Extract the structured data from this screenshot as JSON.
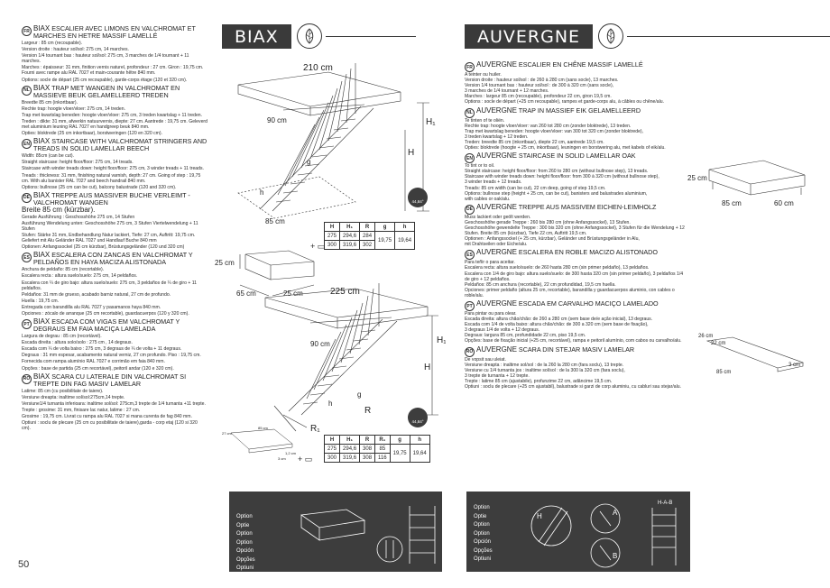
{
  "page_number": "50",
  "biax": {
    "title": "BIAX",
    "langs": [
      {
        "code": "FR",
        "name": "BIAX",
        "heading": "ESCALIER AVEC LIMONS EN VALCHROMAT ET MARCHES EN HETRE MASSIF LAMELLÉ",
        "lines": [
          "Largeur : 85 cm (recoupable).",
          "Version droite : hauteur sol/sol: 275 cm, 14 marches.",
          "Version 1/4 tournant bas : hauteur sol/sol: 275 cm, 3 marches de 1/4 tournant + 11 marches.",
          "Marches : épaisseur: 31 mm, finition vernis naturel, profondeur : 27 cm. Giron : 19,75 cm. Fourni avec rampe alu RAL 7027 et main-courante hêtre 840 mm.",
          "Options: socle de départ (25 cm recoupable), garde-corps étage (120 et 320 cm)."
        ]
      },
      {
        "code": "NL",
        "name": "BIAX",
        "heading": "TRAP MET WANGEN IN VALCHROMAT EN MASSIEVE BEUK GELAMELLEERD TREDEN",
        "lines": [
          "Breedte 85 cm (inkortbaar).",
          "Rechte trap: hoogte vloer/vloer: 275 cm, 14 treden.",
          "Trap met kwartslag beneden: hoogte vloer/vloer: 275 cm, 3 treden kwartslag + 11 treden.",
          "Treden : dikte: 31 mm, afwerkin natuurvernis, diepte: 27 cm. Aantrede : 19,75 cm. Geleverd met aluminium leuning RAL 7027 en handgreep beuk 840 mm.",
          "Opties: bloktrede (25 cm inkortbaar), borstweringen (120 en 320 cm)."
        ]
      },
      {
        "code": "EN",
        "name": "BIAX",
        "heading": "STAIRCASE WITH VALCHROMAT STRINGERS AND TREADS IN SOLID LAMELLAR BEECH",
        "lines": [
          "Width: 85cm (can be cut).",
          "Straight staircase: height floor/floor: 275 cm, 14 treads.",
          "Staircase with winder treads down: height floor/floor: 275 cm, 3 winder treads + 11 treads.",
          "Treads : thickness: 31 mm, finishing natural varnish, depth: 27 cm. Going of step : 19,75 cm. With alu banister RAL 7027 and beech handrail 840 mm.",
          "Options: bullnose (25 cm can be cut), balcony balustrade (120 and 320 cm)."
        ]
      },
      {
        "code": "DE",
        "name": "BIAX",
        "heading": "TREPPE AUS MASSIVER BUCHE VERLEIMT - VALCHROMAT WANGEN",
        "sub": "Breite 85 cm (kürzbar).",
        "lines": [
          "Gerade Ausführung : Geschosshöhe 275 cm, 14 Stufen",
          "Ausführung Wendelung unten: Geschosshöhe 275 cm, 3 Stufen Viertelwendelung + 11 Stufen",
          "Stufen: Stärke 31 mm, Endbehandlung Natur lackiert, Tiefe: 27 cm, Auftritt: 19,75 cm. Geliefert mit Alu Geländer RAL 7027 und Handlauf Buche 840 mm",
          "Optionen: Anfangssockel (25 cm kürzbar), Brüstungsgeländer (120 und 320 cm)"
        ]
      },
      {
        "code": "ES",
        "name": "BIAX",
        "heading": "ESCALERA CON ZANCAS EN VALCHROMAT Y PELDAÑOS EN HAYA MACIZA ALISTONADA",
        "lines": [
          "Anchura de peldaño: 85 cm (recortable).",
          "Escalera recta : altura suelo/suelo: 275 cm, 14 peldaños.",
          "Escalera con ¼ de giro bajo: altura suelo/suelo: 275 cm, 3 peldaños de ¼ de giro + 11 peldaños.",
          "Peldaños: 31 mm de grueso, acabado barniz natural, 27 cm de profundo.",
          "Huella : 19,75 cm.",
          "Entregada con barandilla alu RAL 7027 y pasamanos haya 840 mm.",
          "Opciones : zócalo de arranque (25 cm recortable), guardacuerpos (120 y 320 cm)."
        ]
      },
      {
        "code": "PT",
        "name": "BIAX",
        "heading": "ESCADA COM VIGAS EM VALCHROMAT Y DEGRAUS EM FAIA MACIÇA LAMELADA",
        "lines": [
          "Largura de degrau : 85 cm (recortável).",
          "Escada direita : altura solo/solo : 275 cm , 14 degraus.",
          "Escada com ¼ de volta baixo : 275 cm, 3 degraus de ¼ de volta + 11 degraus.",
          "Degraus : 31 mm espesar, acabamento natural verniz, 27 cm profundo. Piso : 19,75 cm.",
          "Fornecida com rampa alumínio RAL 7027 e corrimão em faia 840 mm.",
          "Opções : base de partida (25 cm recortável), peitoril andar (120 e 320 cm)."
        ]
      },
      {
        "code": "RO",
        "name": "BIAX",
        "heading": "SCARA CU LATERALE DIN VALCHROMAT SI TREPTE DIN FAG MASIV LAMELAR",
        "lines": [
          "Latime: 85 cm (cu posibilitate de taiere).",
          "Versiune dreapta: inaltime sol/sol:275cm,14 trepte.",
          "Versiune1/4 turnanta inferioara: inaltime sol/sol: 275cm,3 trepte de 1/4 turnanta +11 trepte.",
          "Trepte : grosime: 31 mm, finisare lac natur, latime : 27 cm.",
          "Grosime : 19,75 cm. Livrat cu rampa alu RAL 7027 si mana curenta de fag 840 mm.",
          "Optiuni : soclu de plecare (25 cm cu posibilitate de taiere),garda - corp etaj (120 si 320 cm)."
        ]
      }
    ]
  },
  "drawings": {
    "top": {
      "width": "210 cm",
      "depth": "90 cm",
      "base": "85 cm",
      "H1": "H₁",
      "H": "H",
      "g": "g",
      "h": "h",
      "angle": "44,84°"
    },
    "bullnose": {
      "height": "25 cm",
      "width": "65 cm",
      "depth": "25 cm"
    },
    "bottom": {
      "width": "225 cm",
      "depth": "90 cm",
      "H1": "H₁",
      "H": "H",
      "g": "g",
      "h": "h",
      "R": "R",
      "R1": "R₁",
      "angle": "44,84°"
    },
    "plate": {
      "a": "27 cm",
      "b": "85 cm",
      "c": "1,2 cm",
      "d": "3 cm"
    }
  },
  "table1": {
    "headers": [
      "H",
      "H₁",
      "R",
      "g",
      "h"
    ],
    "rows": [
      [
        "275",
        "294,6",
        "284",
        "19,75",
        "19,64"
      ],
      [
        "300",
        "319,6",
        "302",
        "",
        ""
      ]
    ]
  },
  "table2": {
    "headers": [
      "H",
      "H₁",
      "R",
      "R₁",
      "g",
      "h"
    ],
    "rows": [
      [
        "275",
        "294,6",
        "308",
        "85",
        "19,75",
        "19,64"
      ],
      [
        "300",
        "319,6",
        "308",
        "116",
        "",
        ""
      ]
    ]
  },
  "options_labels": [
    "Option",
    "Optie",
    "Option",
    "Option",
    "Opción",
    "Opções",
    "Optiuni"
  ],
  "auvergne": {
    "title": "AUVERGNE",
    "langs": [
      {
        "code": "FR",
        "name": "AUVERGNE",
        "heading": "ESCALIER EN CHÊNE MASSIF LAMELLÉ",
        "lines": [
          "A teinter ou huiler.",
          "Version droite : hauteur sol/sol : de 260 à 280 cm (sans socle), 13 marches.",
          "Version 1/4 tournant bas : hauteur sol/sol : de 300 à 320 cm (sans socle),",
          "3 marches de 1/4 tournant + 12 marches.",
          "Marches : largeur 85 cm (recoupable), profondeur 22 cm, giron 19,5 cm.",
          "Options : socle de départ (+25 cm recoupable), rampes et garde-corps alu, à câbles ou chêne/alu."
        ]
      },
      {
        "code": "NL",
        "name": "AUVERGNE",
        "heading": "TRAP IN MASSIEF EIK GELAMELLEERD",
        "lines": [
          "Te tinten of te oliën.",
          "Rechte trap: hoogte vloer/vloer: van 260 tot 280 cm (zonder bloktrede), 13 treden.",
          "Trap met kwartslag beneden: hoogte vloer/vloer: van 300 tot 320 cm (zonder bloktrede),",
          "3 treden kwartslag + 12 treden.",
          "Treden: breedte 85 cm (inkortbaar), diepte 22 cm, aantrede 19,5 cm.",
          "Opties: bloktrede (hoogte + 25 cm, inkortbaar), leuningen en borstwering alu, met kabels of eik/alu."
        ]
      },
      {
        "code": "EN",
        "name": "AUVERGNE",
        "heading": "STAIRCASE IN SOLID LAMELLAR OAK",
        "lines": [
          "To tint or to oil.",
          "Straight staircase: height floor/floor: from 260 to 280 cm (without bullnose step), 13 treads.",
          "Staircase with winder treads down: height floor/floor: from 300 à 320 cm (without bullnose step),",
          "3 winder treads + 12 treads.",
          "Treads: 85 cm width (can be cut), 22 cm deep, going of step 19,5 cm.",
          "Options: bullnose step (height + 25 cm, can be cut), banisters and balustrades aluminium,",
          "with cables or oak/alu."
        ]
      },
      {
        "code": "DE",
        "name": "AUVERGNE",
        "heading": "TREPPE AUS MASSIVEM EICHEN-LEIMHOLZ",
        "lines": [
          "Muss lackiert oder geölt werden.",
          "Geschosshöhe gerade Treppe : 260 bis 280 cm (ohne Anfangssockel), 13 Stufen.",
          "Geschosshöhe gewendelte Treppe : 300 bis 320 cm (ohne Anfangssockel), 3 Stufen für die Wendelung + 12",
          "Stufen. Breite 85 cm (kürzbar), Tiefe 22 cm, Auftritt 19,5 cm.",
          "Optionen : Anfangssockel (+ 25 cm, kürzbar), Geländer und Brüstungsgeländer in Alu,",
          "mit Drahtseilen oder Eiche/alu."
        ]
      },
      {
        "code": "ES",
        "name": "AUVERGNE",
        "heading": "ESCALERA EN ROBLE MACIZO ALISTONADO",
        "lines": [
          "Para teñir o para aceitar.",
          "Escalera recta: altura suelo/suelo: de 260 hasta 280 cm (sin primer peldaño), 13 peldaños.",
          "Escalera con 1/4 de giro bajo: altura suelo/suelo: de 300 hasta 320 cm (sin primer peldaño), 3 peldaños 1/4",
          "de giro + 12 peldaños.",
          "Peldaños: 85 cm anchura (recortable), 22 cm profundidad, 19,5 cm huella.",
          "Opciones: primer peldaño (altura 25 cm, recortable), barandilla y guardacuerpos aluminio, con cables o",
          "roble/alu."
        ]
      },
      {
        "code": "PT",
        "name": "AUVERGNE",
        "heading": "ESCADA EM CARVALHO MACIÇO LAMELADO",
        "lines": [
          "Para pintar ou para olear.",
          "Escada direita: altura chão/chão: de 260 a 280 cm (sem base de/e ação inicial), 13 degraus.",
          "Escada com 1/4 de volta baixo: altura chão/chão: de 300 a 320 cm (sem base de fixação),",
          "3 degraus 1/4 de volta + 12 degraus.",
          "Degraus: largura 85 cm, profundidade 22 cm, piso 19,5 cm.",
          "Opções: base de fixação inicial (+25 cm, recortável), rampa e peitoril alumínio, com cabos ou carvalho/alu."
        ]
      },
      {
        "code": "RO",
        "name": "AUVERGNE",
        "heading": "SCARA DIN STEJAR MASIV LAMELAR",
        "lines": [
          "De vopsit sau uleiat.",
          "Versiune dreapta : inaltime sol/sol : de la 260 la 280 cm (fara soclu), 13 trepte.",
          "Versiune cu 1/4 turnanta jos : inaltime sol/sol : de la 300 la 320 cm (fara soclu),",
          "3 trepte de turnanta + 12 trepte.",
          "Trepte : latime 85 cm (ajustabile), profunzime 22 cm, adâncime 19,5 cm.",
          "Optiuni : soclu de plecare (+25 cm ajustabil), balustrade si garzi de corp aluminiu, cu cabluri sau stejar/alu."
        ]
      }
    ]
  },
  "auvergne_drawings": {
    "block": {
      "height": "25 cm",
      "depth": "85 cm",
      "width": "60 cm"
    },
    "plate": {
      "a": "26 cm",
      "b": "22 cm",
      "c": "85 cm",
      "d": "3 cm"
    },
    "rail_labels": {
      "h": "H",
      "a": "A",
      "b": "B",
      "hab": "H-A-B"
    }
  },
  "colors": {
    "panel": "#3d3d3d",
    "title_bg": "#3a3a3a",
    "text": "#2a2a2a"
  }
}
